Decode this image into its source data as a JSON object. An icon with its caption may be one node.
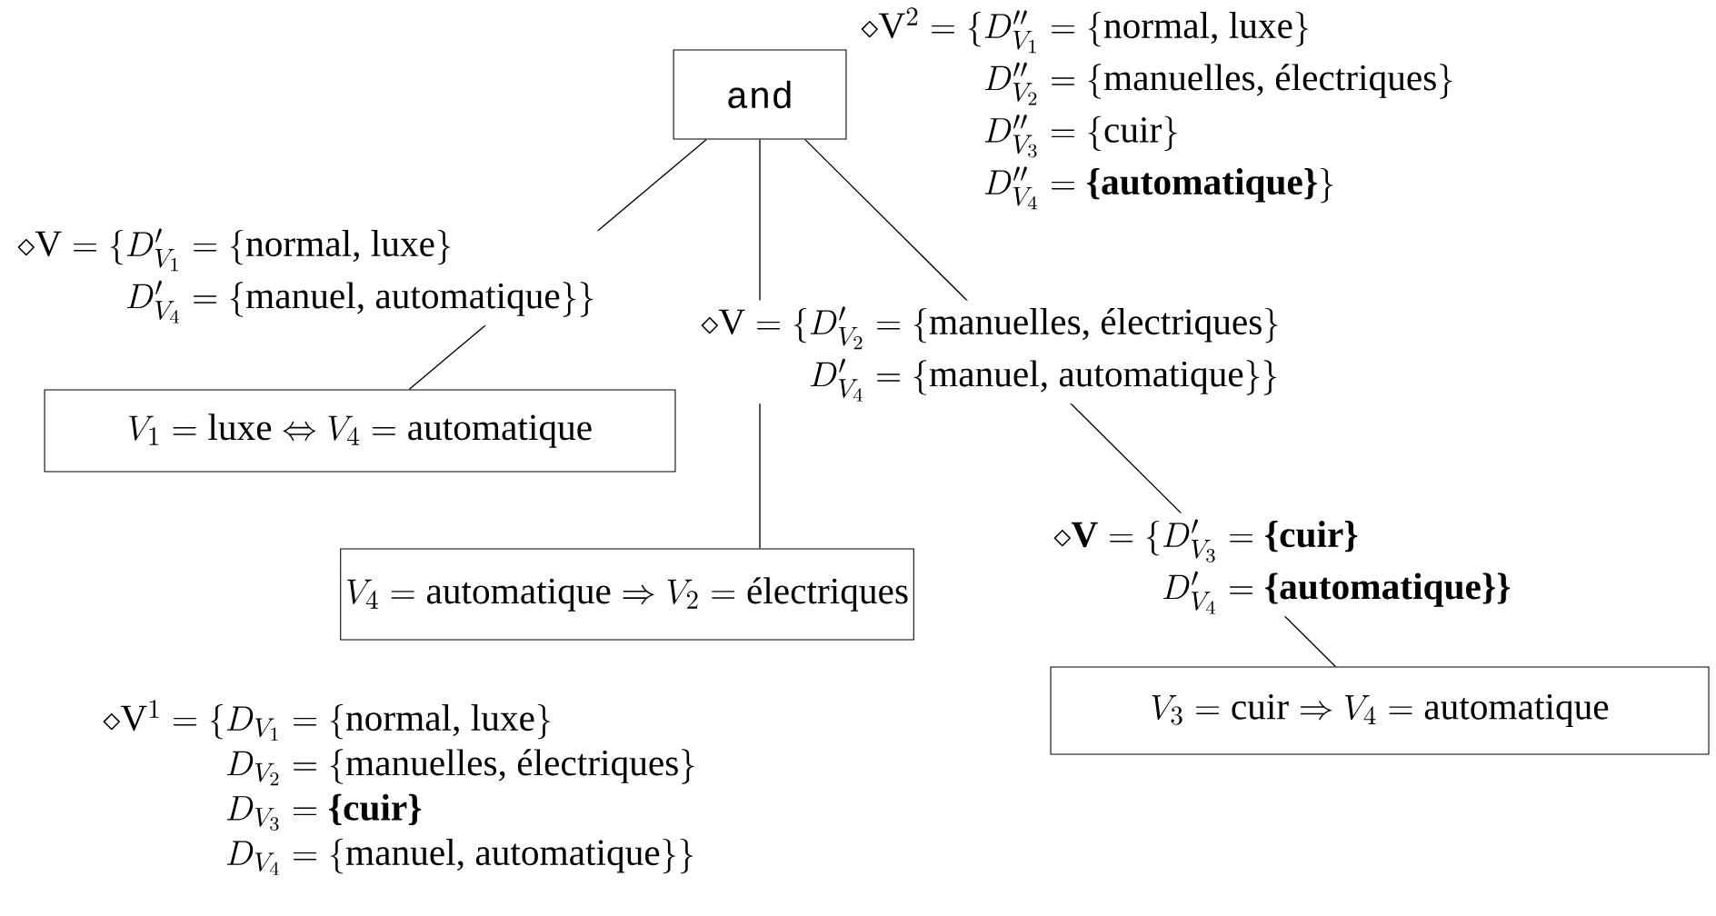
{
  "diagram": {
    "nodes": [
      {
        "text": [
          "and"
        ]
      },
      {
        "text": [
          "V_1 = \\text{luxe} \\Leftrightarrow V_4 = \\text{automatique}"
        ]
      },
      {
        "text": [
          "V_4 = \\text{automatique} \\Rightarrow V_2 = \\text{électriques}"
        ]
      },
      {
        "text": [
          "V_3 = \\text{cuir} \\Rightarrow V_4 = \\text{automatique}"
        ]
      }
    ],
    "edges": [
      {
        "from": 0,
        "to": 1,
        "arrow": "none",
        "label": "\\diamond\\mathrm{V} = \\{\\begin{array}[t]{@{}l@{}}D'_{V_1} = \\{\\text{normal, luxe}\\}\\\\[3pt] D'_{V_4} = \\{\\text{manuel, automatique}\\}\\}\\end{array}"
      },
      {
        "from": 0,
        "to": 2,
        "arrow": "none",
        "label": "\\diamond\\mathrm{V} = \\{\\begin{array}[t]{@{}l@{}}D'_{V_2} = \\{\\text{manuelles, électriques}\\}\\\\[3pt] D'_{V_4} = \\{\\text{manuel, automatique}\\}\\}\\end{array}"
      },
      {
        "from": 0,
        "to": 3,
        "arrow": "none",
        "label": "\\diamond\\mathbf{V} = \\{\\begin{array}[t]{@{}l@{}}D'_{V_3} = \\textbf{\\{cuir\\}}\\\\[3pt] D'_{V_4} = \\textbf{\\{automatique\\}\\}}\\end{array}"
      }
    ],
    "labels": [
      "\\diamond\\mathrm{V}^2 = \\{\\begin{array}[t]{@{}l@{}}D''_{V_1} = \\{\\text{normal, luxe}\\}\\\\[3pt] D''_{V_2} = \\{\\text{manuelles, électriques}\\}\\\\[3pt] D''_{V_3} = \\{\\text{cuir}\\}\\\\[3pt] D''_{V_4} = \\textbf{\\{automatique\\}}\\}\\end{array}",
      "\\diamond\\mathrm{V}^1 = \\{\\begin{array}[t]{@{}l@{}}D_{V_1} = \\{\\text{normal, luxe}\\}\\\\ D_{V_2} = \\{\\text{manuelles, électriques}\\}\\\\ D_{V_3} = \\textbf{\\{cuir\\}}\\\\ D_{V_4} = \\{\\text{manuel, automatique}\\}\\}\\end{array}"
    ]
  }
}
